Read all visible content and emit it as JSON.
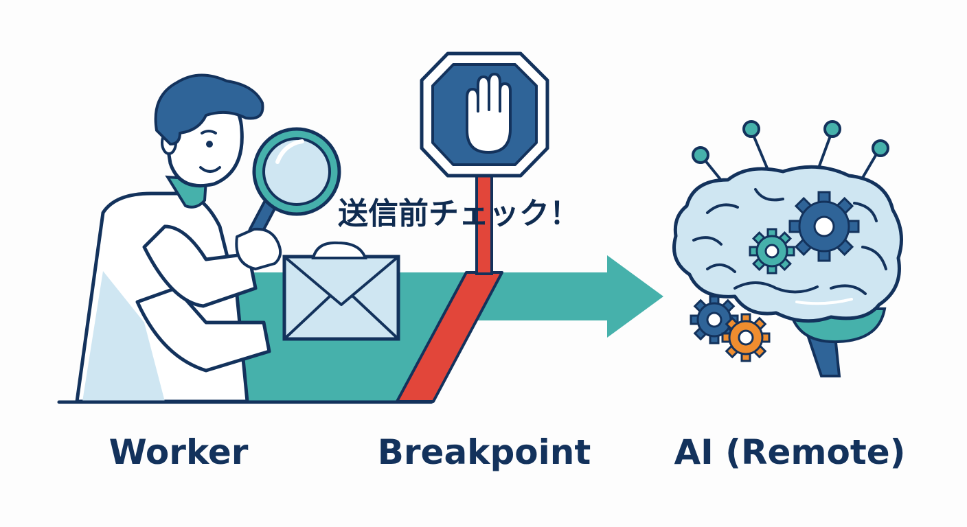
{
  "labels": {
    "worker": "Worker",
    "breakpoint": "Breakpoint",
    "ai": "AI (Remote)"
  },
  "callout": "送信前チェック！",
  "colors": {
    "navy": "#13325c",
    "teal": "#46b1ab",
    "stop_blue": "#2f6498",
    "red": "#e2463a",
    "light_blue": "#cfe6f2",
    "orange": "#ef8d2f"
  },
  "icons": {
    "person": "worker-person-icon",
    "magnifier": "magnifying-glass-icon",
    "envelope": "envelope-icon",
    "stop": "stop-sign-hand-icon",
    "brain": "ai-brain-icon",
    "gears": "gear-icon"
  }
}
